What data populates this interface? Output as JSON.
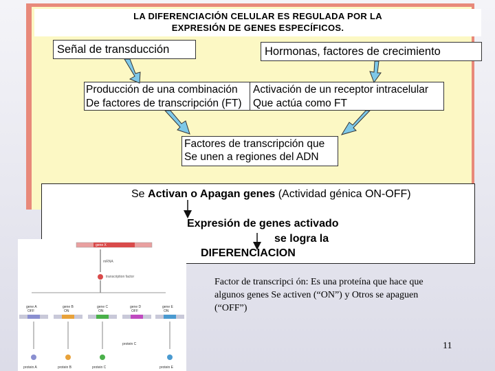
{
  "slide": {
    "title_line1": "LA DIFERENCIACIÓN CELULAR ES REGULADA POR LA",
    "title_line2": "EXPRESIÓN DE GENES ESPECÍFICOS.",
    "signal_box": "Señal de transducción",
    "hormone_box": "Hormonas, factores de crecimiento",
    "production_line1": "Producción de una combinación",
    "production_line2": "De factores de transcripción (FT)",
    "receptor_line1": "Activación de un receptor intracelular",
    "receptor_line2": "Que actúa como FT",
    "factors_line1": "Factores de transcripción que",
    "factors_line2": "Se unen a regiones del ADN",
    "activate_prefix": "Se ",
    "activate_bold": "Activan o Apagan genes",
    "activate_suffix": " (Actividad génica ON-OFF)",
    "expression": "Expresión de genes activado",
    "achieve": "se logra la",
    "differentiation": "DIFERENCIACION",
    "footnote_line1": "Factor de transcripci ón: Es una proteína que hace que",
    "footnote_line2": "algunos genes Se activen (“ON”) y Otros se apaguen",
    "footnote_line3": "(“OFF”)",
    "page_number": "11"
  },
  "figure": {
    "gene_x": "gene X",
    "mrna": "mRNA",
    "transcription_factor": "transcription factor",
    "gene_a": "gene A",
    "gene_a_state": "OFF",
    "gene_b": "gene B",
    "gene_b_state": "ON",
    "gene_c": "gene C",
    "gene_c_state": "ON",
    "gene_d": "gene D",
    "gene_d_state": "OFF",
    "gene_e": "gene E",
    "gene_e_state": "ON",
    "protein_label": "protein C",
    "protein_a": "protein A",
    "protein_b": "protein B",
    "protein_c": "protein C",
    "protein_e": "protein E"
  },
  "colors": {
    "frame": "#e8897a",
    "panel": "#fcf8c4",
    "arrow_fill": "#7ec8e8",
    "arrow_outline": "#333333"
  }
}
